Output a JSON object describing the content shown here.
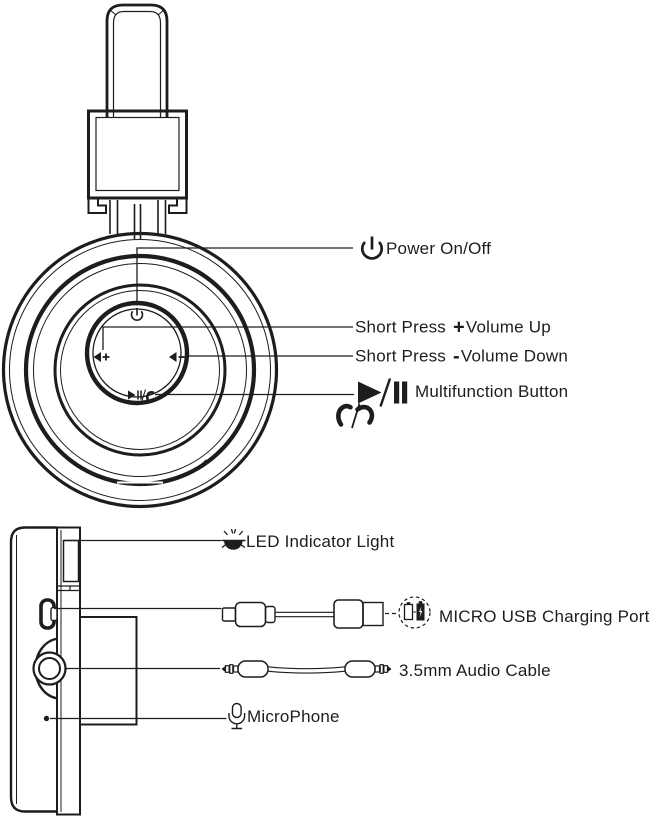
{
  "colors": {
    "ink": "#1d1d1b",
    "background": "#ffffff"
  },
  "front_view": {
    "callouts": {
      "power": {
        "icon": "power-icon",
        "label": "Power On/Off"
      },
      "volume_up": {
        "prefix": "Short Press",
        "sign": "+",
        "label": "Volume Up"
      },
      "volume_down": {
        "prefix": "Short Press",
        "sign": "-",
        "label": "Volume Down"
      },
      "multifunction": {
        "icon": "play-pause-icon",
        "secondary_icons": "call-answer-icon / call-end-icon",
        "label": "Multifunction Button"
      }
    },
    "button_glyphs": [
      "power-icon",
      "volume-up-icon",
      "volume-down-icon",
      "play-pause-call-icon"
    ]
  },
  "side_view": {
    "callouts": {
      "led": {
        "icon": "led-light-icon",
        "label": "LED Indicator Light"
      },
      "usb": {
        "icon": "charging-battery-icon",
        "label": "MICRO USB Charging Port"
      },
      "audio": {
        "icon": "audio-cable-drawing",
        "label": "3.5mm Audio Cable"
      },
      "mic": {
        "icon": "microphone-icon",
        "label": "MicroPhone"
      }
    }
  }
}
